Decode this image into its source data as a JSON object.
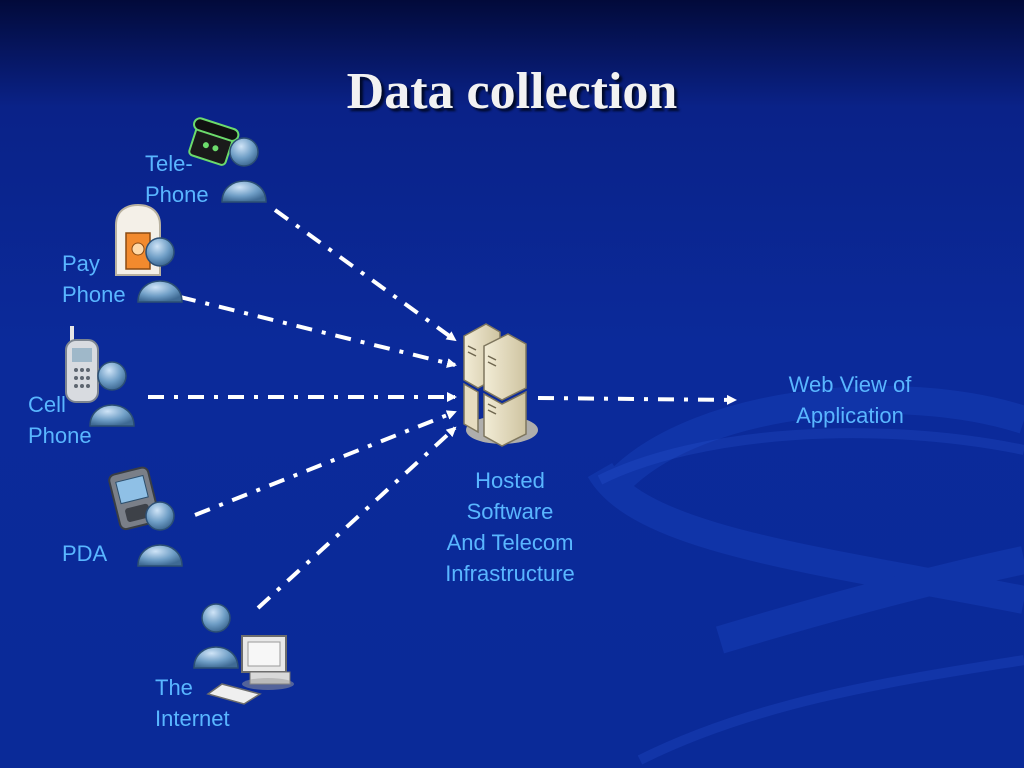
{
  "slide": {
    "title": "Data collection"
  },
  "sources": [
    {
      "id": "telephone",
      "label_lines": [
        "Tele-",
        "Phone"
      ]
    },
    {
      "id": "pay-phone",
      "label_lines": [
        "Pay",
        "Phone"
      ]
    },
    {
      "id": "cell-phone",
      "label_lines": [
        "Cell",
        "Phone"
      ]
    },
    {
      "id": "pda",
      "label_lines": [
        "PDA"
      ]
    },
    {
      "id": "internet",
      "label_lines": [
        "The",
        "Internet"
      ]
    }
  ],
  "hub": {
    "label_lines": [
      "Hosted",
      "Software",
      "And Telecom",
      "Infrastructure"
    ]
  },
  "output": {
    "label_lines": [
      "Web View of",
      "Application"
    ]
  },
  "colors": {
    "label": "#59b6ff",
    "title": "#f2f2f2",
    "arrow": "#ffffff",
    "background": "#0b2a9a"
  }
}
